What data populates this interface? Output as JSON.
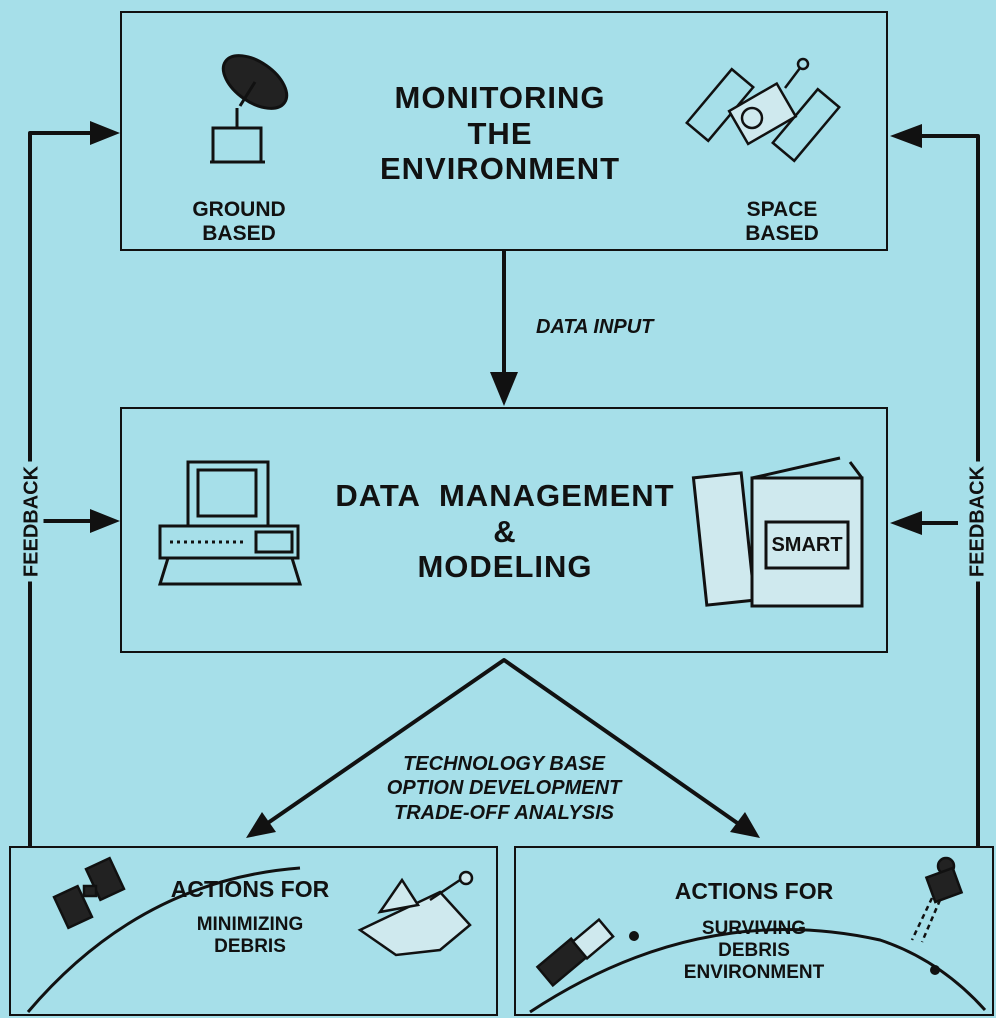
{
  "monitoring": {
    "title_lines": [
      "MONITORING",
      "THE",
      "ENVIRONMENT"
    ],
    "ground_lines": [
      "GROUND",
      "BASED"
    ],
    "space_lines": [
      "SPACE",
      "BASED"
    ],
    "ground_icon": "radar-dish-icon",
    "space_icon": "satellite-icon"
  },
  "data_input_label": "DATA INPUT",
  "data_management": {
    "title_lines": [
      "DATA  MANAGEMENT",
      "&",
      "MODELING"
    ],
    "book_label": "SMART",
    "computer_icon": "computer-icon",
    "books_icon": "books-icon"
  },
  "options_lines": [
    "TECHNOLOGY BASE",
    "OPTION DEVELOPMENT",
    "TRADE-OFF ANALYSIS"
  ],
  "feedback_label": "FEEDBACK",
  "minimizing": {
    "title": "ACTIONS FOR",
    "sub_lines": [
      "MINIMIZING",
      "DEBRIS"
    ],
    "satellite_icon": "satellite-icon",
    "shuttle_icon": "space-shuttle-icon"
  },
  "surviving": {
    "title": "ACTIONS FOR",
    "sub_lines": [
      "SURVIVING",
      "DEBRIS",
      "ENVIRONMENT"
    ],
    "satellite_icon": "satellite-icon",
    "astronaut_icon": "astronaut-icon"
  },
  "colors": {
    "background": "#a6dfe9",
    "ink": "#111111"
  }
}
